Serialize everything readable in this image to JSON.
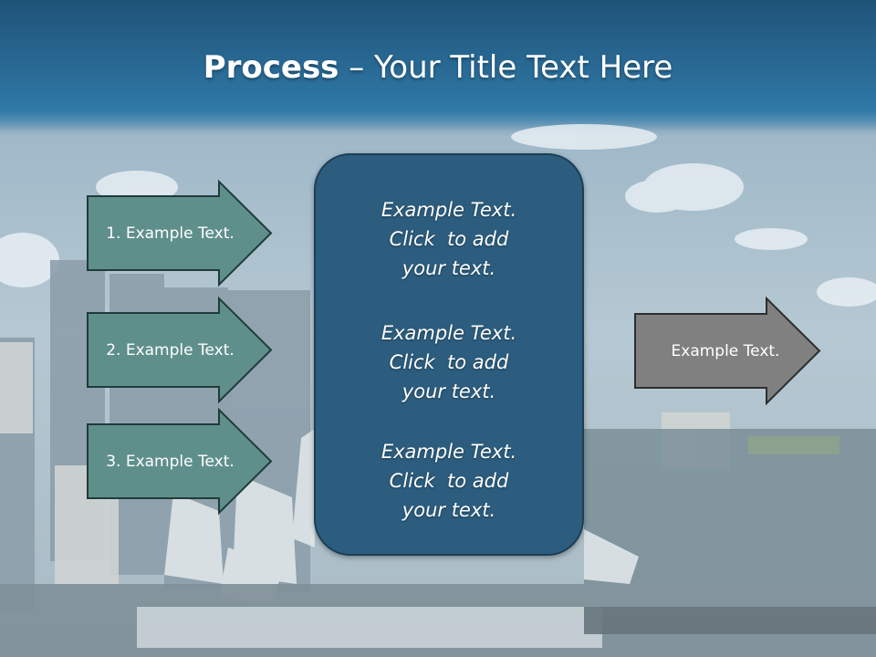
{
  "slide": {
    "title_bold": "Process",
    "title_rest": " – Your Title Text Here"
  },
  "steps": [
    {
      "label": "1. Example Text."
    },
    {
      "label": "2. Example Text."
    },
    {
      "label": "3. Example Text."
    }
  ],
  "center": {
    "paragraphs": [
      {
        "line1": "Example Text.",
        "line2": "Click  to add",
        "line3": "your text."
      },
      {
        "line1": "Example Text.",
        "line2": "Click  to add",
        "line3": "your text."
      },
      {
        "line1": "Example Text.",
        "line2": "Click  to add",
        "line3": "your text."
      }
    ]
  },
  "output": {
    "label": "Example Text."
  },
  "colors": {
    "header_band": "#2a6a93",
    "step_arrow_fill": "#5f8f8b",
    "center_box_fill": "#2c5d7e",
    "output_arrow_fill": "#808080"
  }
}
